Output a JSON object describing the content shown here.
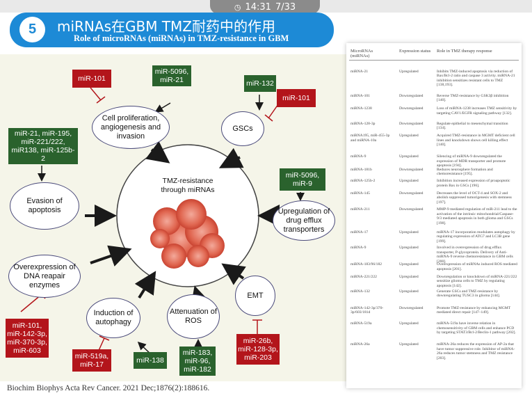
{
  "status": {
    "time": "14:31",
    "page": "7/33"
  },
  "header": {
    "number": "5",
    "title_cn": "miRNAs在GBM TMZ耐药中的作用",
    "title_en": "Role of microRNAs (miRNAs) in TMZ-resistance in GBM"
  },
  "diagram": {
    "center": "TMZ-resistance through miRNAs",
    "ovals": {
      "proliferation": "Cell proliferation, angiogenesis and invasion",
      "gscs": "GSCs",
      "apoptosis": "Evasion of apoptosis",
      "efflux": "Upregulation of drug efflux transporters",
      "dna": "Overexpression of DNA reapair enzymes",
      "emt": "EMT",
      "autophagy": "Induction of autophagy",
      "ros": "Attenuation of ROS"
    },
    "boxes": {
      "mir101_top": "miR-101",
      "mir5096_top": "miR-5096, miR-21",
      "mir132": "miR-132",
      "mir101_gsc": "miR-101",
      "mir21_group": "miR-21, miR-195, miR-221/222, miR138, miR-125b-2",
      "mir5096_efflux": "miR-5096, miR-9",
      "mir101_dna": "miR-101, miR-142-3p, miR-370-3p, miR-603",
      "mir519a": "miR-519a, miR-17",
      "mir138": "miR-138",
      "mir183": "miR-183, miR-96, miR-182",
      "mir26b": "miR-26b, miR-128-3p, miR-203"
    }
  },
  "citation": "Biochim Biophys Acta Rev Cancer. 2021 Dec;1876(2):188616.",
  "table": {
    "headers": [
      "MicroRNAs (miRNAs)",
      "Expression status",
      "Role in TMZ therapy response"
    ],
    "rows": [
      {
        "mirna": "miRNA-21",
        "status": "Upregulated",
        "role": "Inhibits TMZ-induced apoptosis via reduction of Bax/Bcl-2 ratio and caspase 3 activity. miRNA-21 inhibition sensitizes resistant cells to TMZ [138,193]."
      },
      {
        "mirna": "miRNA-101",
        "status": "Downregulated",
        "role": "Reverse TMZ-resistance by GSK3β inhibition [140]."
      },
      {
        "mirna": "miRNA-1238",
        "status": "Downregulated",
        "role": "Loss of miRNA-1238 increases TMZ sensitivity by targeting CAV1/EGFR signaling pathway [132]."
      },
      {
        "mirna": "miRNA-128-3p",
        "status": "Downregulated",
        "role": "Regulate epithelial to mesenchymal transition [134]."
      },
      {
        "mirna": "miRNA195, miR-455-3p and miRNA-10a",
        "status": "Upregulated",
        "role": "Acquired TMZ-resistance in MGMT deficient cell lines and knockdown shows cell killing effect [140]."
      },
      {
        "mirna": "miRNA-9",
        "status": "Upregulated",
        "role": "Silencing of miRNA-9 downregulated the expression of MDR transporter and promote apoptosis [194]."
      },
      {
        "mirna": "miRNA-181b",
        "status": "Downregulated",
        "role": "Reduces neurosphere formation and chemoresistance [195]."
      },
      {
        "mirna": "miRNA-125b-2",
        "status": "Upregulated",
        "role": "Inhibition increased expression of proapoptotic protein Bax in GSCs [196]."
      },
      {
        "mirna": "miRNA-145",
        "status": "Downregulated",
        "role": "Decreases the level of OCT-4 and SOX-2 and abolish suppressed tumorigenesis with stemness [197]."
      },
      {
        "mirna": "miRNA-211",
        "status": "Downregulated",
        "role": "MMP-9 mediated regulation of miR-211 lead to the activation of the intrinsic mitochondrial/Caspase-9/3 mediated apoptosis in both glioma and GSCs [198]."
      },
      {
        "mirna": "miRNA-17",
        "status": "Upregulated",
        "role": "miRNA-17 incorporation modulates autophagy by regulating expression of ATG7 and LC3B gene [199]."
      },
      {
        "mirna": "miRNA-9",
        "status": "Upregulated",
        "role": "Involved in overexpression of drug efflux transporter, P-glycoprotein. Delivery of Anti-miRNA-9 reverse chemoresistance in GBM cells [200]."
      },
      {
        "mirna": "miRNA-183/96/182",
        "status": "Upregulated",
        "role": "Overexpression of miRNAs induced ROS mediated apoptosis [201]."
      },
      {
        "mirna": "miRNA-221/222",
        "status": "Upregulated",
        "role": "Downregulation or knockdown of miRNA-221/222 sensitize glioma cells to TMZ by regulating apoptosis [142]."
      },
      {
        "mirna": "miRNA-132",
        "status": "Upregulated",
        "role": "Generate GSCs and TMZ-resistance by downregulating TUSC3 in glioma [144]."
      },
      {
        "mirna": "miRNA-142-3p/370-3p/603/181d",
        "status": "Downregulated",
        "role": "Promote TMZ-resistance by enhancing MGMT mediated direct repair [147–149]."
      },
      {
        "mirna": "miRNA-519a",
        "status": "Upregulated",
        "role": "miRNA-519a have inverse relation in chemosensitivity of GBM cells and enhance PCD by targeting STAT3/Bcl-2/Beclin-1 pathway [202]."
      },
      {
        "mirna": "miRNA-26a",
        "status": "Upregulated",
        "role": "miRNA-26a reduces the expression of AP-2a that have tumor suppressive role. Inhibitor of miRNA-26a reduces tumor stemness and TMZ resistance [203]."
      }
    ]
  }
}
